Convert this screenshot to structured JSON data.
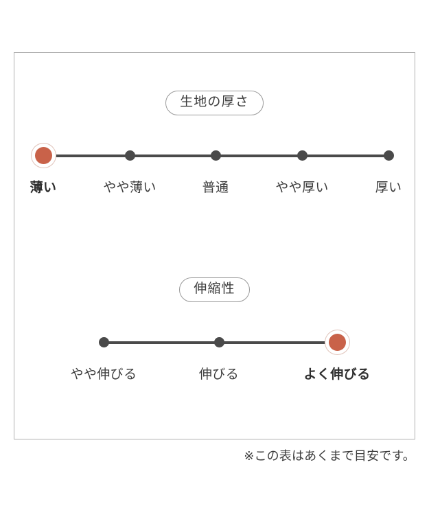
{
  "chart_data": {
    "type": "table",
    "title": "",
    "scales": [
      {
        "id": "thickness",
        "title": "生地の厚さ",
        "categories": [
          "薄い",
          "やや薄い",
          "普通",
          "やや厚い",
          "厚い"
        ],
        "values": [
          1,
          2,
          3,
          4,
          5
        ],
        "selected_index": 0,
        "selected_label": "薄い"
      },
      {
        "id": "stretch",
        "title": "伸縮性",
        "categories": [
          "やや伸びる",
          "伸びる",
          "よく伸びる"
        ],
        "values": [
          1,
          2,
          3
        ],
        "selected_index": 2,
        "selected_label": "よく伸びる"
      }
    ],
    "note": "※この表はあくまで目安です。",
    "legend": "",
    "xlabel": "",
    "ylabel": ""
  },
  "card": {
    "sections": [
      {
        "title": "生地の厚さ",
        "points": [
          {
            "label": "薄い",
            "selected": true
          },
          {
            "label": "やや薄い",
            "selected": false
          },
          {
            "label": "普通",
            "selected": false
          },
          {
            "label": "やや厚い",
            "selected": false
          },
          {
            "label": "厚い",
            "selected": false
          }
        ]
      },
      {
        "title": "伸縮性",
        "points": [
          {
            "label": "やや伸びる",
            "selected": false
          },
          {
            "label": "伸びる",
            "selected": false
          },
          {
            "label": "よく伸びる",
            "selected": true
          }
        ]
      }
    ]
  },
  "footer": {
    "note": "※この表はあくまで目安です。"
  },
  "colors": {
    "selected_marker": "#c96249",
    "selected_ring": "#e0c3ba",
    "dot": "#4a4a4a",
    "track": "#4a4a4a",
    "frame_border": "#b0b0b0",
    "text": "#3c3c3c",
    "background": "#ffffff"
  }
}
